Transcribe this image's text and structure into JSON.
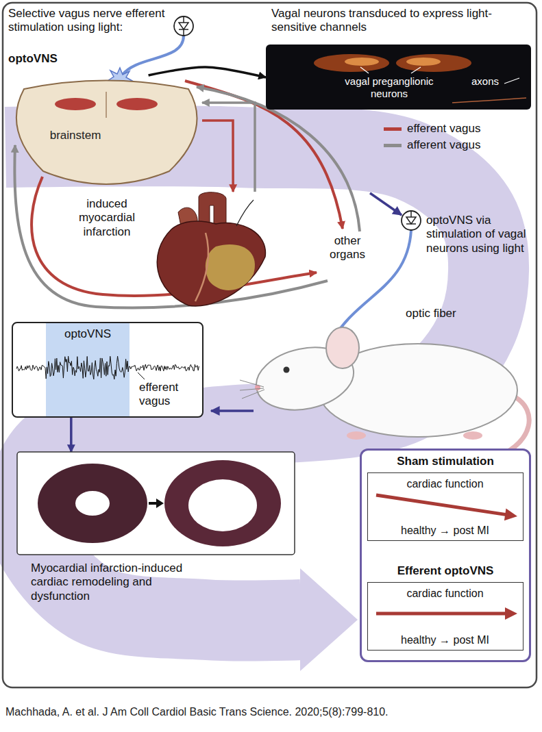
{
  "diagram": {
    "caption": "Machhada, A. et al. J Am Coll Cardiol Basic Trans Science. 2020;5(8):799-810.",
    "nodes": [
      {
        "text": [
          "Vagal neurons transduced to express light-sensitive channels",
          "vagal preganglionic neurons",
          "axons"
        ]
      },
      {
        "text": [
          "brainstem"
        ]
      },
      {
        "text": [
          "induced myocardial infarction"
        ]
      },
      {
        "text": [
          "optoVNS",
          "efferent vagus"
        ]
      },
      {
        "text": [
          "Myocardial infarction-induced cardiac remodeling and dysfunction"
        ]
      },
      {
        "text": [
          "Sham stimulation",
          "Efferent optoVNS"
        ]
      },
      {
        "text": [
          "cardiac function",
          "healthy → post MI"
        ],
        "in": 5
      },
      {
        "text": [
          "cardiac function",
          "healthy → post MI"
        ],
        "in": 5
      }
    ],
    "edges": [
      {
        "from": 1,
        "to": 0,
        "arrow": "to"
      },
      {
        "from": 1,
        "to": 2,
        "arrow": "to"
      },
      {
        "from": 2,
        "to": 1,
        "arrow": "to"
      },
      {
        "from": 3,
        "to": 4,
        "arrow": "to"
      }
    ],
    "labels": [
      "Selective vagus nerve efferent stimulation using light:",
      "optoVNS",
      "other organs",
      "optoVNS via stimulation of vagal neurons using light",
      "optic fiber"
    ],
    "legend": [
      {
        "text": "efferent vagus",
        "color": "#b5403a"
      },
      {
        "text": "afferent vagus",
        "color": "#8c8c8c"
      }
    ]
  }
}
